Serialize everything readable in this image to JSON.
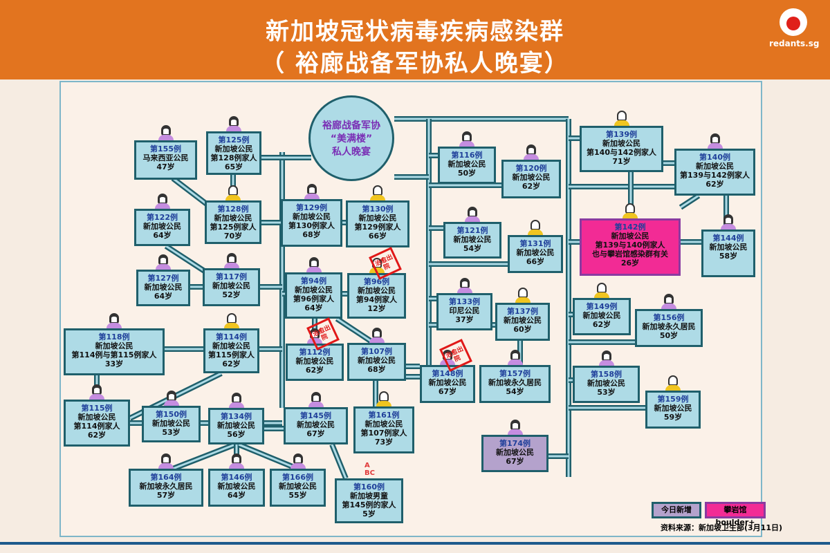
{
  "header": {
    "title_line1": "新加坡冠状病毒疾病感染群",
    "title_line2": "（ 裕廊战备军协私人晚宴）",
    "logo_text": "redants.sg"
  },
  "center": {
    "line1": "裕廊战备军协",
    "line2": "“美满楼”",
    "line3": "私人晚宴"
  },
  "stamp_text": "治愈出院",
  "cases": [
    {
      "id": "155",
      "label": "第155例",
      "lines": [
        "马来西亚公民",
        "47岁"
      ],
      "avatar": "female"
    },
    {
      "id": "125",
      "label": "第125例",
      "lines": [
        "新加坡公民",
        "第128例家人",
        "65岁"
      ],
      "avatar": "female"
    },
    {
      "id": "128",
      "label": "第128例",
      "lines": [
        "新加坡公民",
        "第125例家人",
        "70岁"
      ],
      "avatar": "male"
    },
    {
      "id": "122",
      "label": "第122例",
      "lines": [
        "新加坡公民",
        "64岁"
      ],
      "avatar": "female"
    },
    {
      "id": "127",
      "label": "第127例",
      "lines": [
        "新加坡公民",
        "64岁"
      ],
      "avatar": "female"
    },
    {
      "id": "117",
      "label": "第117例",
      "lines": [
        "新加坡公民",
        "52岁"
      ],
      "avatar": "female"
    },
    {
      "id": "129",
      "label": "第129例",
      "lines": [
        "新加坡公民",
        "第130例家人",
        "68岁"
      ],
      "avatar": "female"
    },
    {
      "id": "130",
      "label": "第130例",
      "lines": [
        "新加坡公民",
        "第129例家人",
        "66岁"
      ],
      "avatar": "male"
    },
    {
      "id": "94",
      "label": "第94例",
      "lines": [
        "新加坡公民",
        "第96例家人",
        "64岁"
      ],
      "avatar": "female"
    },
    {
      "id": "96",
      "label": "第96例",
      "lines": [
        "新加坡公民",
        "第94例家人",
        "12岁"
      ],
      "avatar": "male",
      "recovered": true
    },
    {
      "id": "118",
      "label": "第118例",
      "lines": [
        "新加坡公民",
        "第114例与第115例家人",
        "33岁"
      ],
      "avatar": "female"
    },
    {
      "id": "114",
      "label": "第114例",
      "lines": [
        "新加坡公民",
        "第115例家人",
        "62岁"
      ],
      "avatar": "male"
    },
    {
      "id": "112",
      "label": "第112例",
      "lines": [
        "新加坡公民",
        "62岁"
      ],
      "avatar": "female",
      "recovered": true
    },
    {
      "id": "107",
      "label": "第107例",
      "lines": [
        "新加坡公民",
        "68岁"
      ],
      "avatar": "female"
    },
    {
      "id": "115",
      "label": "第115例",
      "lines": [
        "新加坡公民",
        "第114例家人",
        "62岁"
      ],
      "avatar": "female"
    },
    {
      "id": "150",
      "label": "第150例",
      "lines": [
        "新加坡公民",
        "53岁"
      ],
      "avatar": "female"
    },
    {
      "id": "134",
      "label": "第134例",
      "lines": [
        "新加坡公民",
        "56岁"
      ],
      "avatar": "female"
    },
    {
      "id": "145",
      "label": "第145例",
      "lines": [
        "新加坡公民",
        "67岁"
      ],
      "avatar": "female"
    },
    {
      "id": "161",
      "label": "第161例",
      "lines": [
        "新加坡公民",
        "第107例家人",
        "73岁"
      ],
      "avatar": "male"
    },
    {
      "id": "164",
      "label": "第164例",
      "lines": [
        "新加坡永久居民",
        "57岁"
      ],
      "avatar": "female"
    },
    {
      "id": "146",
      "label": "第146例",
      "lines": [
        "新加坡公民",
        "64岁"
      ],
      "avatar": "female"
    },
    {
      "id": "166",
      "label": "第166例",
      "lines": [
        "新加坡公民",
        "55岁"
      ],
      "avatar": "female"
    },
    {
      "id": "160",
      "label": "第160例",
      "lines": [
        "新加坡男童",
        "第145例的家人",
        "5岁"
      ],
      "avatar": "child"
    },
    {
      "id": "116",
      "label": "第116例",
      "lines": [
        "新加坡公民",
        "50岁"
      ],
      "avatar": "female"
    },
    {
      "id": "120",
      "label": "第120例",
      "lines": [
        "新加坡公民",
        "62岁"
      ],
      "avatar": "female"
    },
    {
      "id": "121",
      "label": "第121例",
      "lines": [
        "新加坡公民",
        "54岁"
      ],
      "avatar": "female"
    },
    {
      "id": "131",
      "label": "第131例",
      "lines": [
        "新加坡公民",
        "66岁"
      ],
      "avatar": "male"
    },
    {
      "id": "133",
      "label": "第133例",
      "lines": [
        "印尼公民",
        "37岁"
      ],
      "avatar": "female"
    },
    {
      "id": "137",
      "label": "第137例",
      "lines": [
        "新加坡公民",
        "60岁"
      ],
      "avatar": "male"
    },
    {
      "id": "148",
      "label": "第148例",
      "lines": [
        "新加坡公民",
        "67岁"
      ],
      "avatar": "female",
      "recovered": true
    },
    {
      "id": "157",
      "label": "第157例",
      "lines": [
        "新加坡永久居民",
        "54岁"
      ],
      "avatar": "female"
    },
    {
      "id": "174",
      "label": "第174例",
      "lines": [
        "新加坡公民",
        "67岁"
      ],
      "avatar": "female",
      "status": "new"
    },
    {
      "id": "139",
      "label": "第139例",
      "lines": [
        "新加坡公民",
        "第140与142例家人",
        "71岁"
      ],
      "avatar": "male"
    },
    {
      "id": "140",
      "label": "第140例",
      "lines": [
        "新加坡公民",
        "第139与142例家人",
        "62岁"
      ],
      "avatar": "female"
    },
    {
      "id": "142",
      "label": "第142例",
      "lines": [
        "新加坡公民",
        "第139与140例家人",
        "也与攀岩馆感染群有关",
        "26岁"
      ],
      "avatar": "male",
      "status": "boulder"
    },
    {
      "id": "144",
      "label": "第144例",
      "lines": [
        "新加坡公民",
        "58岁"
      ],
      "avatar": "female"
    },
    {
      "id": "149",
      "label": "第149例",
      "lines": [
        "新加坡公民",
        "62岁"
      ],
      "avatar": "male"
    },
    {
      "id": "156",
      "label": "第156例",
      "lines": [
        "新加坡永久居民",
        "50岁"
      ],
      "avatar": "female"
    },
    {
      "id": "158",
      "label": "第158例",
      "lines": [
        "新加坡公民",
        "53岁"
      ],
      "avatar": "female"
    },
    {
      "id": "159",
      "label": "第159例",
      "lines": [
        "新加坡公民",
        "59岁"
      ],
      "avatar": "male"
    }
  ],
  "legend": {
    "new_label": "今日新增",
    "boulder_label": "攀岩馆boulder+",
    "new_color": "#b4a2cc",
    "boulder_color": "#f22b95"
  },
  "source": "资料来源：新加坡卫生部(3月11日)"
}
